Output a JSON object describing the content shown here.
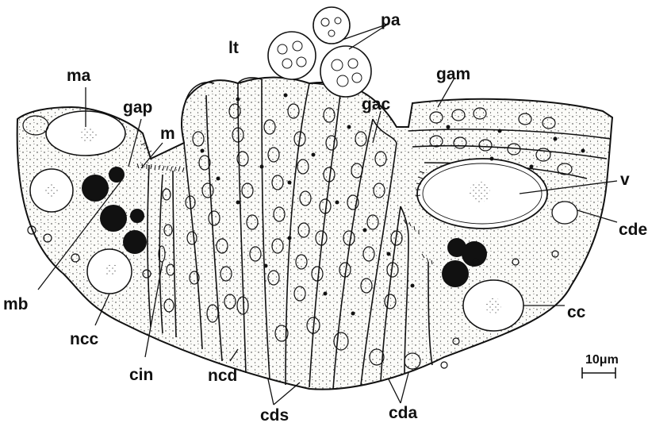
{
  "figure": {
    "labels": {
      "pa": "pa",
      "lt": "lt",
      "ma": "ma",
      "gap": "gap",
      "m": "m",
      "gam": "gam",
      "gac": "gac",
      "v": "v",
      "cde": "cde",
      "cc": "cc",
      "mb": "mb",
      "ncc": "ncc",
      "cin": "cin",
      "ncd": "ncd",
      "cds": "cds",
      "cda": "cda"
    },
    "scale_bar": {
      "label": "10μm"
    }
  },
  "colors": {
    "ink": "#111111",
    "cell_fill": "#fbfbf8",
    "background": "#ffffff"
  }
}
